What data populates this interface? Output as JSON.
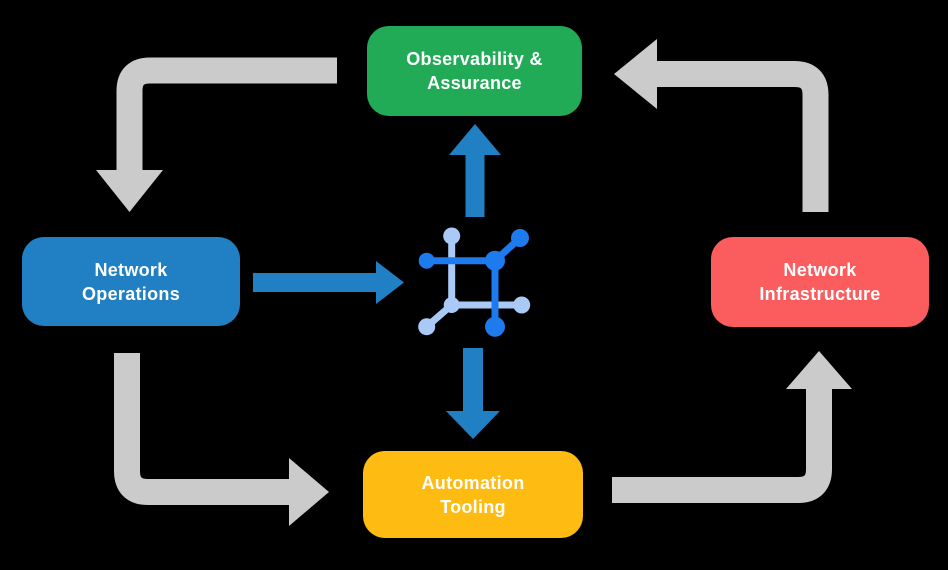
{
  "background_color": "#000000",
  "nodes": {
    "observability": {
      "label": "Observability &\nAssurance",
      "color": "#22ab57"
    },
    "network_operations": {
      "label": "Network\nOperations",
      "color": "#2180c3"
    },
    "network_infrastructure": {
      "label": "Network\nInfrastructure",
      "color": "#fb5c5e"
    },
    "automation_tooling": {
      "label": "Automation\nTooling",
      "color": "#febb11"
    }
  },
  "center_icon": {
    "name": "network-mesh-icon",
    "dark_blue": "#1d7bee",
    "light_blue": "#a9caf6"
  },
  "colors": {
    "arrow_gray": "#cbcbcb",
    "arrow_blue": "#2180c3"
  },
  "flows": [
    {
      "from": "Observability & Assurance",
      "to": "Network Operations",
      "style": "gray"
    },
    {
      "from": "Network Operations",
      "to": "Automation Tooling",
      "style": "gray"
    },
    {
      "from": "Automation Tooling",
      "to": "Network Infrastructure",
      "style": "gray"
    },
    {
      "from": "Network Infrastructure",
      "to": "Observability & Assurance",
      "style": "gray"
    },
    {
      "from": "Network Operations",
      "to": "center icon",
      "style": "blue"
    },
    {
      "from": "center icon",
      "to": "Observability & Assurance",
      "style": "blue"
    },
    {
      "from": "center icon",
      "to": "Automation Tooling",
      "style": "blue"
    }
  ]
}
